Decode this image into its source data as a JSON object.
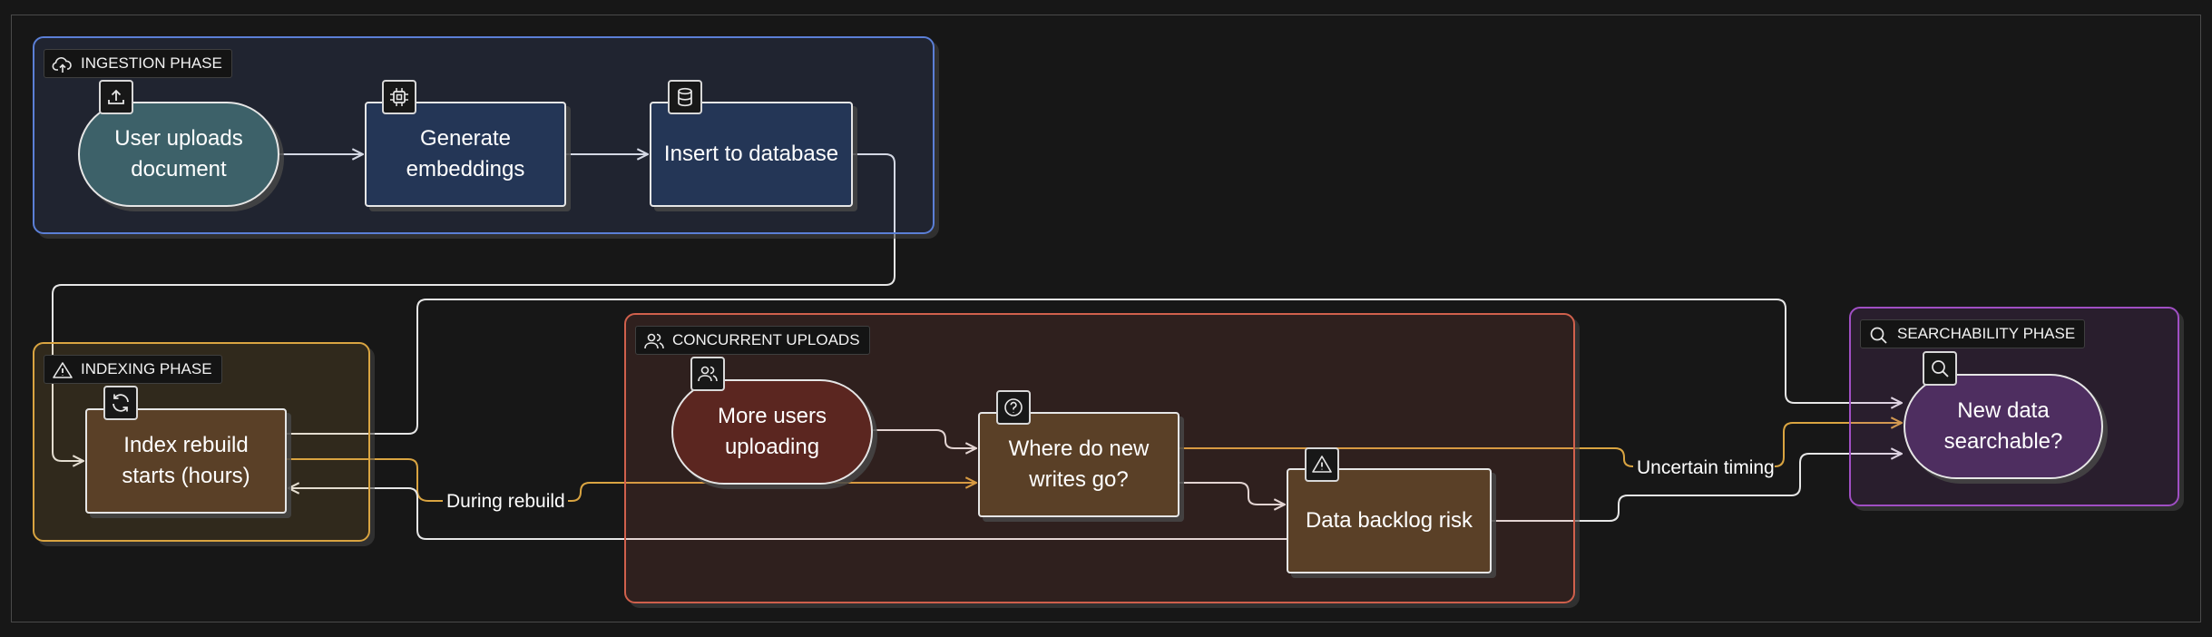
{
  "groups": {
    "ingestion": {
      "label": "INGESTION PHASE",
      "icon": "cloud-upload-icon",
      "color": "#5b7fd6"
    },
    "indexing": {
      "label": "INDEXING PHASE",
      "icon": "warning-icon",
      "color": "#d9a441"
    },
    "concurrent": {
      "label": "CONCURRENT UPLOADS",
      "icon": "users-icon",
      "color": "#d0604c"
    },
    "searchability": {
      "label": "SEARCHABILITY PHASE",
      "icon": "search-icon",
      "color": "#a04fc4"
    }
  },
  "nodes": {
    "upload": {
      "label": "User uploads document",
      "icon": "upload-icon",
      "shape": "stadium",
      "fill": "#3d6169"
    },
    "embed": {
      "label": "Generate embeddings",
      "icon": "cpu-icon",
      "shape": "rectangle",
      "fill": "#243656"
    },
    "insert": {
      "label": "Insert to database",
      "icon": "database-icon",
      "shape": "rectangle",
      "fill": "#243656"
    },
    "rebuild": {
      "label": "Index rebuild starts (hours)",
      "icon": "refresh-icon",
      "shape": "rectangle",
      "fill": "#5a4027"
    },
    "more_users": {
      "label": "More users uploading",
      "icon": "users-icon",
      "shape": "stadium",
      "fill": "#5b2620"
    },
    "where": {
      "label": "Where do new writes go?",
      "icon": "question-icon",
      "shape": "rectangle",
      "fill": "#5a4027"
    },
    "backlog": {
      "label": "Data backlog risk",
      "icon": "warning-icon",
      "shape": "rectangle",
      "fill": "#5a4027"
    },
    "searchable": {
      "label": "New data searchable?",
      "icon": "search-icon",
      "shape": "stadium",
      "fill": "#4e2e60"
    }
  },
  "edges": [
    {
      "from": "upload",
      "to": "embed",
      "label": "",
      "color": "#e6e6e6"
    },
    {
      "from": "embed",
      "to": "insert",
      "label": "",
      "color": "#e6e6e6"
    },
    {
      "from": "insert",
      "to": "rebuild",
      "label": "",
      "color": "#e6e6e6"
    },
    {
      "from": "rebuild",
      "to": "searchable",
      "label": "",
      "color": "#e6e6e6"
    },
    {
      "from": "rebuild",
      "to": "where",
      "label": "During rebuild",
      "color": "#d9a441"
    },
    {
      "from": "more_users",
      "to": "where",
      "label": "",
      "color": "#e6e6e6"
    },
    {
      "from": "where",
      "to": "backlog",
      "label": "",
      "color": "#e6e6e6"
    },
    {
      "from": "where",
      "to": "searchable",
      "label": "Uncertain timing",
      "color": "#d9a441"
    },
    {
      "from": "backlog",
      "to": "rebuild",
      "label": "",
      "color": "#e6e6e6"
    },
    {
      "from": "backlog",
      "to": "searchable",
      "label": "",
      "color": "#e6e6e6"
    }
  ]
}
